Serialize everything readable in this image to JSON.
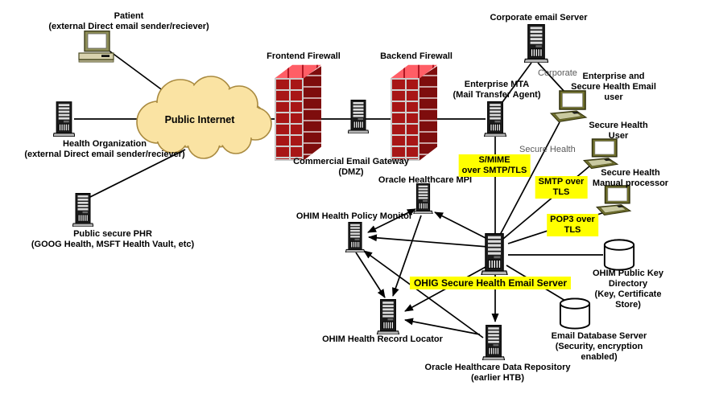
{
  "diagram": {
    "title_hint": "Secure health email network architecture diagram",
    "colors": {
      "highlight_yellow": "#ffff00",
      "cloud_fill": "#fae3a3",
      "cloud_stroke": "#a98a3f",
      "brick_front": "#a81616",
      "brick_top": "#ff5e66",
      "brick_side": "#7e0d0d",
      "gray_label": "#595959",
      "line": "#000000"
    },
    "nodes": {
      "patient": {
        "label": "Patient\n(external Direct email sender/reciever)",
        "icon": "desktop-computer"
      },
      "health_org": {
        "label": "Health Organization\n(external Direct email sender/reciever)",
        "icon": "server-tower"
      },
      "public_phr": {
        "label": "Public secure PHR\n(GOOG Health, MSFT Health Vault, etc)",
        "icon": "server-tower"
      },
      "internet": {
        "label": "Public Internet",
        "icon": "cloud"
      },
      "frontend_firewall": {
        "label": "Frontend Firewall",
        "icon": "brick-wall"
      },
      "backend_firewall": {
        "label": "Backend Firewall",
        "icon": "brick-wall"
      },
      "email_gateway": {
        "label": "Commercial Email Gateway\n(DMZ)",
        "icon": "server-tower"
      },
      "enterprise_mta": {
        "label": "Enterprise MTA\n(Mail Transfer Agent)",
        "icon": "server-tower"
      },
      "corporate_email_server": {
        "label": "Corporate email Server",
        "icon": "server-tower"
      },
      "ent_sh_email_user": {
        "label": "Enterprise and\nSecure Health Email user",
        "icon": "laptop"
      },
      "sh_user": {
        "label": "Secure Health\nUser",
        "icon": "laptop"
      },
      "sh_manual_processor": {
        "label": "Secure Health\nManual processor",
        "icon": "laptop"
      },
      "ohig_email_server": {
        "label": "OHIG Secure Health Email Server",
        "icon": "server-tower",
        "highlighted": true
      },
      "mpi": {
        "label": "Oracle Healthcare MPI",
        "icon": "server-tower"
      },
      "policy_monitor": {
        "label": "OHIM Health Policy Monitor",
        "icon": "server-tower"
      },
      "record_locator": {
        "label": "OHIM Health Record Locator",
        "icon": "server-tower"
      },
      "data_repository": {
        "label": "Oracle Healthcare Data Repository\n(earlier HTB)",
        "icon": "server-tower"
      },
      "pk_directory": {
        "label": "OHIM Public Key Directory\n(Key, Certificate Store)",
        "icon": "database-cylinder"
      },
      "email_db": {
        "label": "Email Database Server\n(Security, encryption enabled)",
        "icon": "database-cylinder"
      }
    },
    "edge_labels": {
      "corporate": "Corporate",
      "secure_health": "Secure Health",
      "smime": "S/MIME\nover SMTP/TLS",
      "smtp_tls": "SMTP over\nTLS",
      "pop3_tls": "POP3 over\nTLS"
    },
    "connections": [
      {
        "from": "patient",
        "to": "internet"
      },
      {
        "from": "health_org",
        "to": "internet"
      },
      {
        "from": "internet",
        "to": "public_phr"
      },
      {
        "from": "internet",
        "to": "enterprise_mta",
        "via": [
          "frontend_firewall",
          "email_gateway",
          "backend_firewall"
        ]
      },
      {
        "from": "corporate_email_server",
        "to": "enterprise_mta"
      },
      {
        "from": "corporate_email_server",
        "to": "ent_sh_email_user",
        "label": "corporate"
      },
      {
        "from": "ent_sh_email_user",
        "to": "ohig_email_server",
        "label": "secure_health"
      },
      {
        "from": "enterprise_mta",
        "to": "ohig_email_server",
        "label": "smime"
      },
      {
        "from": "sh_user",
        "to": "ohig_email_server",
        "label": "smtp_tls"
      },
      {
        "from": "sh_manual_processor",
        "to": "ohig_email_server",
        "label": "pop3_tls"
      },
      {
        "from": "ohig_email_server",
        "to": "pk_directory"
      },
      {
        "from": "ohig_email_server",
        "to": "email_db"
      },
      {
        "from": "ohig_email_server",
        "to": "data_repository",
        "arrow": true
      },
      {
        "from": "ohig_email_server",
        "to": "mpi",
        "arrow": true
      },
      {
        "from": "ohig_email_server",
        "to": "policy_monitor",
        "arrow": true
      },
      {
        "from": "ohig_email_server",
        "to": "record_locator",
        "arrow": true
      },
      {
        "from": "policy_monitor",
        "to": "mpi",
        "arrow": "both"
      },
      {
        "from": "mpi",
        "to": "record_locator",
        "arrow": true
      },
      {
        "from": "data_repository",
        "to": "policy_monitor",
        "arrow": true
      },
      {
        "from": "data_repository",
        "to": "record_locator",
        "arrow": true
      },
      {
        "from": "policy_monitor",
        "to": "record_locator",
        "arrow": true
      }
    ]
  }
}
